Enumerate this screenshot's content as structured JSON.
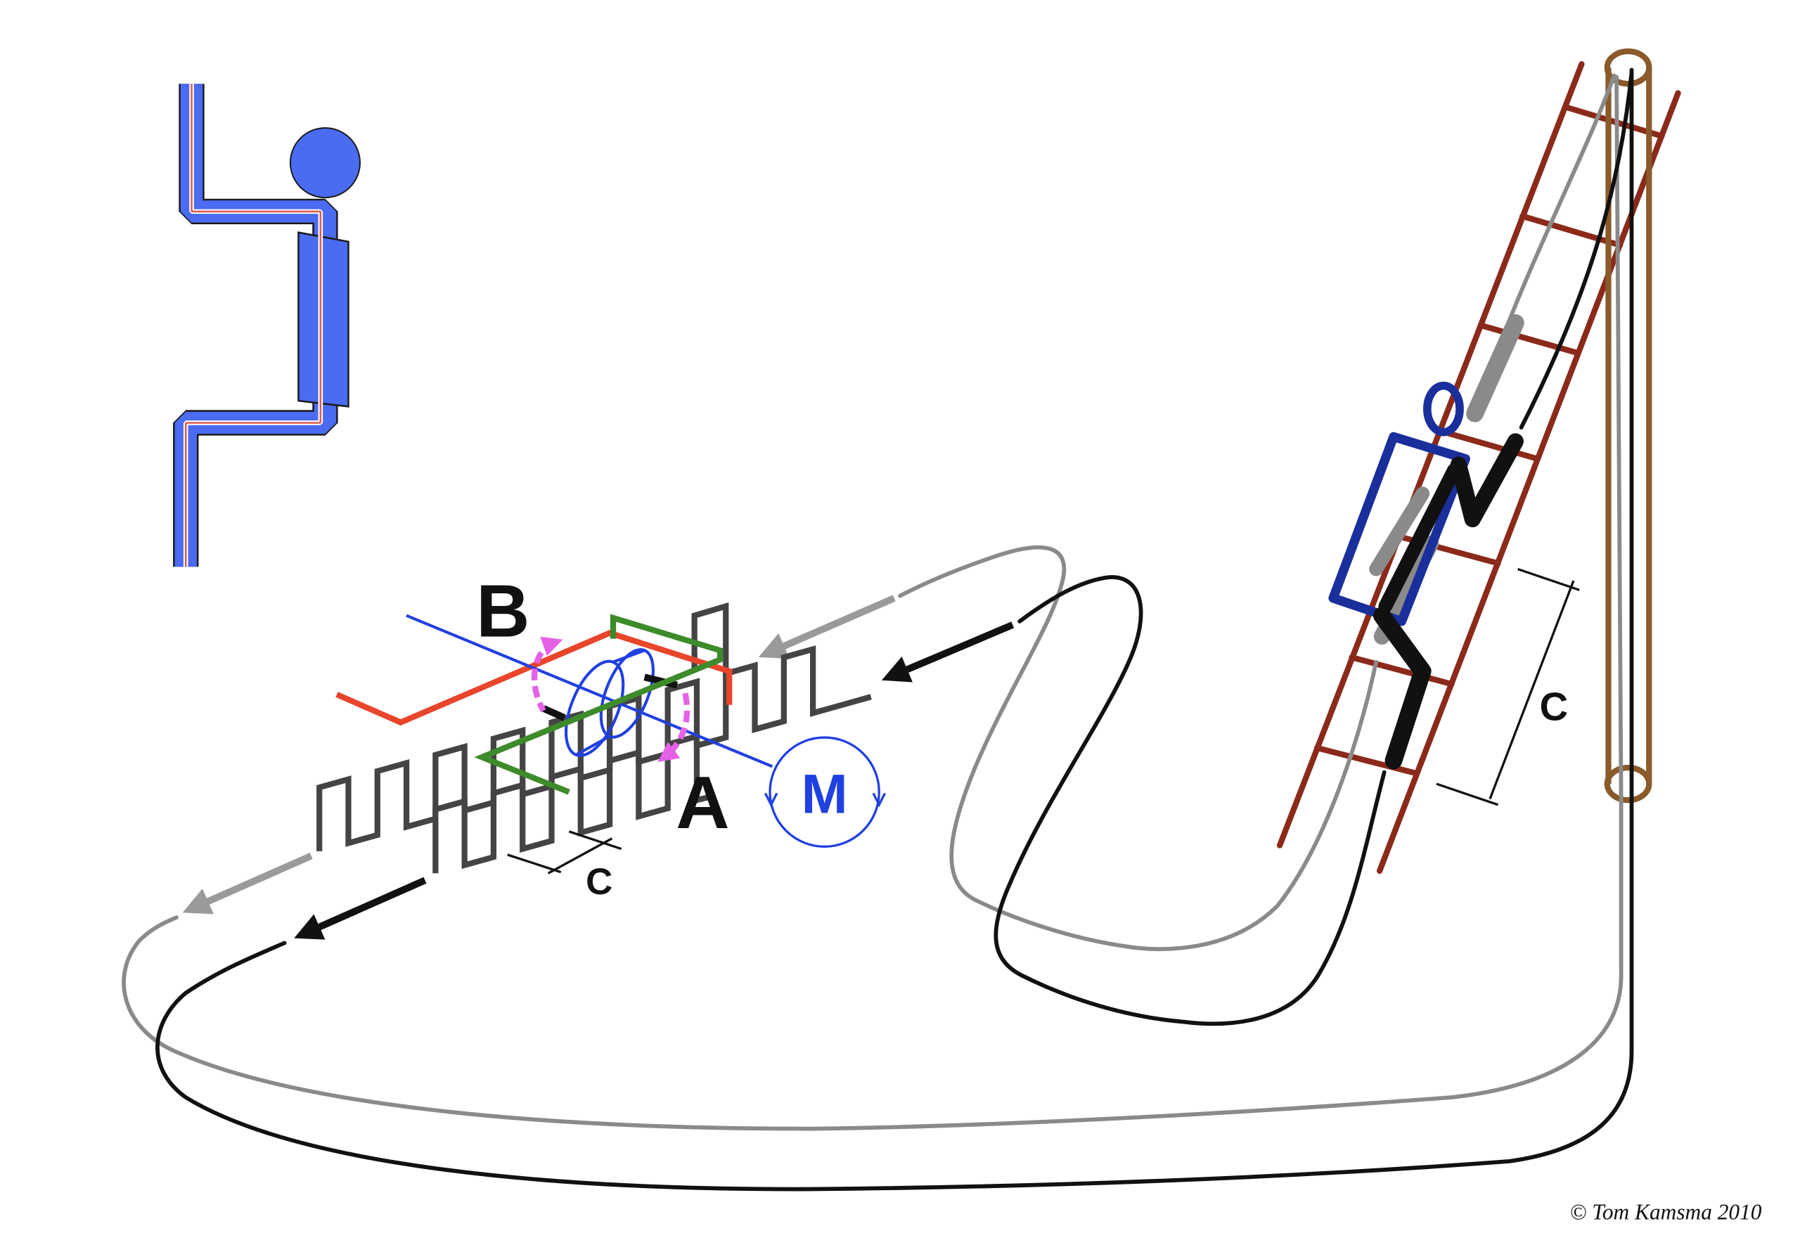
{
  "labels": {
    "b": "B",
    "a": "A",
    "motor": "M",
    "c_ladder": "C",
    "c_rack": "C"
  },
  "copyright": "© Tom Kamsma 2010",
  "colors": {
    "logo_blue": "#4a6bf2",
    "ladder": "#8b2a1a",
    "pole": "#8a5a2a",
    "rope_black": "#111111",
    "rope_gray": "#8a8a8a",
    "figure": "#1a2f9c",
    "rack": "#444444",
    "lever_red": "#e8452b",
    "lever_green": "#3d8b2a",
    "shaft_blue": "#2040e0",
    "rotation_arrows": "#e562e6"
  }
}
